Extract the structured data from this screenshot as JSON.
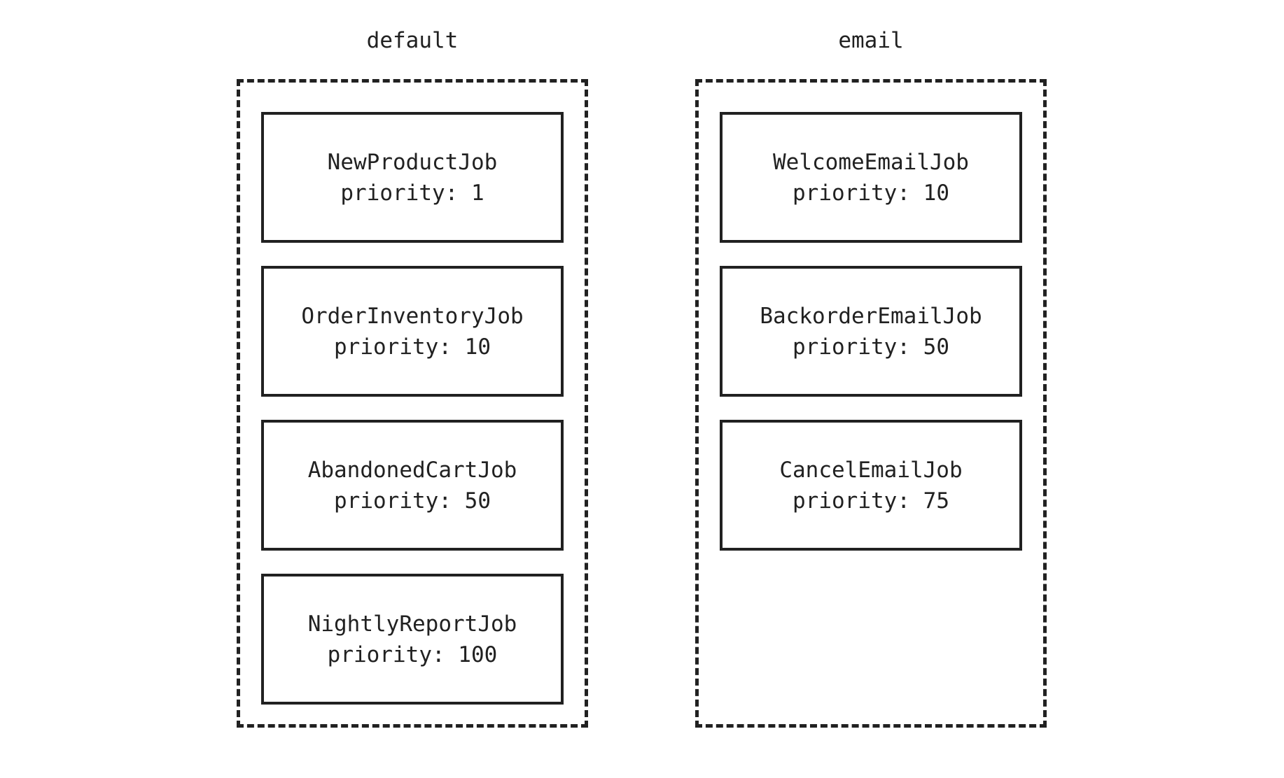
{
  "colors": {
    "ink": "#212121",
    "background": "#ffffff"
  },
  "queues": [
    {
      "name": "default",
      "jobs": [
        {
          "name": "NewProductJob",
          "priority": 1,
          "priority_text": "priority: 1"
        },
        {
          "name": "OrderInventoryJob",
          "priority": 10,
          "priority_text": "priority: 10"
        },
        {
          "name": "AbandonedCartJob",
          "priority": 50,
          "priority_text": "priority: 50"
        },
        {
          "name": "NightlyReportJob",
          "priority": 100,
          "priority_text": "priority: 100"
        }
      ]
    },
    {
      "name": "email",
      "jobs": [
        {
          "name": "WelcomeEmailJob",
          "priority": 10,
          "priority_text": "priority: 10"
        },
        {
          "name": "BackorderEmailJob",
          "priority": 50,
          "priority_text": "priority: 50"
        },
        {
          "name": "CancelEmailJob",
          "priority": 75,
          "priority_text": "priority: 75"
        }
      ]
    }
  ]
}
